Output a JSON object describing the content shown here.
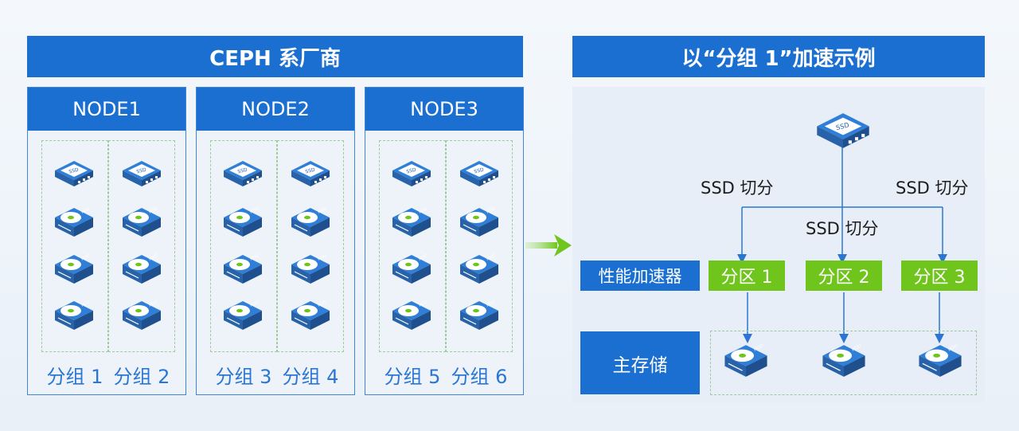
{
  "left": {
    "title": "CEPH 系厂商",
    "nodes": [
      {
        "name": "NODE1",
        "groups": [
          "分组 1",
          "分组 2"
        ]
      },
      {
        "name": "NODE2",
        "groups": [
          "分组 3",
          "分组 4"
        ]
      },
      {
        "name": "NODE3",
        "groups": [
          "分组 5",
          "分组 6"
        ]
      }
    ]
  },
  "right": {
    "title": "以“分组 1”加速示例",
    "split_label": "SSD 切分",
    "accelerator_label": "性能加速器",
    "partitions": [
      "分区 1",
      "分区 2",
      "分区 3"
    ],
    "main_storage_label": "主存储"
  },
  "icons": {
    "ssd": "SSD",
    "hdd": "HDD",
    "arrow": "arrow-right-icon"
  },
  "colors": {
    "blue": "#1a6fd1",
    "green": "#6fc51b",
    "panel_bg": "#eef3fa",
    "dash_green": "#9ccc9a"
  }
}
